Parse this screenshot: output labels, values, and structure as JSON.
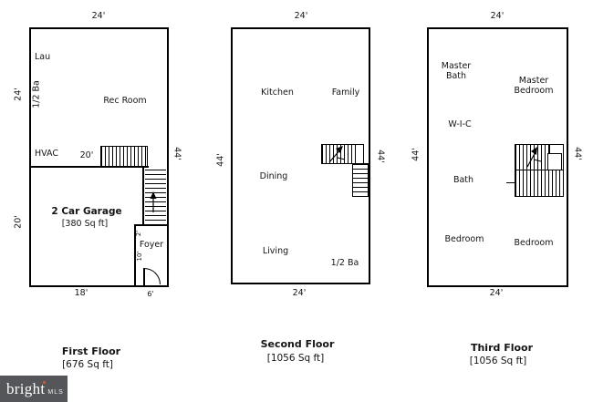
{
  "first_floor": {
    "title": "First Floor",
    "area": "[676 Sq ft]",
    "dim_top": "24'",
    "dim_left_upper": "24'",
    "dim_left_lower": "20'",
    "dim_right": "44'",
    "dim_bottom": "18'",
    "dim_bottom_entry": "6'",
    "dim_interior_width": "20'",
    "room_laundry": "Lau",
    "room_half_bath": "1/2 Ba",
    "room_rec": "Rec Room",
    "room_hvac": "HVAC",
    "room_garage": "2 Car Garage",
    "garage_area": "[380 Sq ft]",
    "room_foyer": "Foyer",
    "foyer_dim_width": "2'",
    "foyer_dim_depth": "10'"
  },
  "second_floor": {
    "title": "Second Floor",
    "area": "[1056 Sq ft]",
    "dim_top": "24'",
    "dim_bottom": "24'",
    "dim_left": "44'",
    "dim_right": "44'",
    "room_kitchen": "Kitchen",
    "room_family": "Family",
    "room_dining": "Dining",
    "room_living": "Living",
    "room_half_bath": "1/2 Ba"
  },
  "third_floor": {
    "title": "Third Floor",
    "area": "[1056 Sq ft]",
    "dim_top": "24'",
    "dim_bottom": "24'",
    "dim_left": "44'",
    "dim_right": "44'",
    "room_master_bath": "Master Bath",
    "room_master_bedroom": "Master Bedroom",
    "room_wic": "W-I-C",
    "room_bath": "Bath",
    "room_bedroom_left": "Bedroom",
    "room_bedroom_right": "Bedroom"
  },
  "logo": {
    "brand": "bright",
    "suffix": "MLS"
  },
  "colors": {
    "wall": "#000000",
    "logo_bg": "#55565a",
    "logo_accent": "#d9572e"
  }
}
